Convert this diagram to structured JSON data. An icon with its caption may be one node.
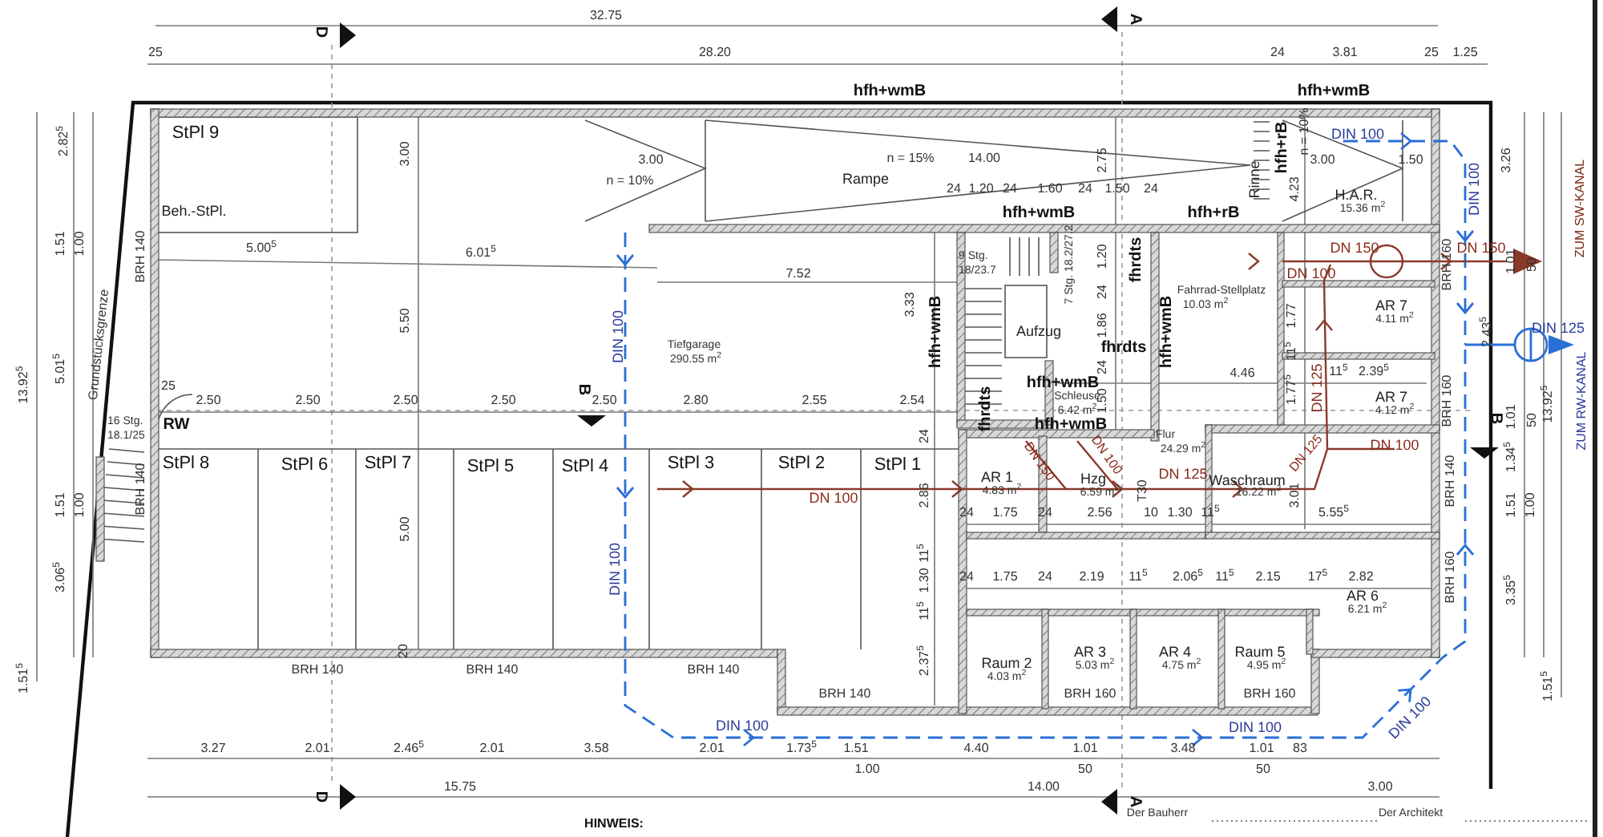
{
  "diagram": {
    "labels": [
      "32.75",
      "D",
      "A",
      "25",
      "28.20",
      "24",
      "3.81",
      "25",
      "1.25",
      "hfh+wmB",
      "hfh+wmB",
      "2.82$^{5}$",
      "StPl 9",
      "3.00",
      "3.00",
      "n = 10%",
      "n = 15%",
      "14.00",
      "Rampe",
      "2.75",
      "Rinne",
      "hfh+rB",
      "n = 10%",
      "4.23",
      "DIN 100",
      "3.00",
      "1.50",
      "3.26",
      "24",
      "1.20",
      "24",
      "1.60",
      "24",
      "1.50",
      "24",
      "Beh.-StPl.",
      "hfh+wmB",
      "hfh+rB",
      "H.A.R.",
      "15.36 m$^{2}$",
      "DIN 100",
      "BRH 140",
      "1.51",
      "1.00",
      "5.00$^{5}$",
      "6.01$^{5}$",
      "9 Stg. 18/23.7",
      "7 Stg. 18.2/27.2",
      "1.20",
      "fhrdts",
      "DN 150",
      "DN 150",
      "DN 100",
      "BRH 160",
      "1.01",
      "50",
      "ZUM SW-KANAL",
      "7.52",
      "24",
      "Fahrrad-Stellplatz",
      "10.03 m$^{2}$",
      "3.33",
      "AR 7",
      "1.77",
      "4.11 m$^{2}$",
      "hfh+wmB",
      "hfh+wmB",
      "1.86",
      "DIN 100",
      "Aufzug",
      "Tiefgarage",
      "290.55 m$^{2}$",
      "5.50",
      "5.01$^{5}$",
      "Grundstücksgrenze",
      "13.92$^{5}$",
      "25",
      "B",
      "2.43$^{5}$",
      "DIN 125",
      "fhrdts",
      "11$^{5}$",
      "DN 125",
      "24",
      "4.46",
      "11$^{5}$",
      "2.39$^{5}$",
      "1.77$^{5}$",
      "hfh+wmB",
      "2.50",
      "2.50",
      "2.50",
      "2.50",
      "2.50",
      "2.80",
      "2.55",
      "2.54",
      "fhrdts",
      "Schleuse",
      "1.50",
      "AR 7",
      "BRH 160",
      "6.42 m$^{2}$",
      "4.12 m$^{2}$",
      "1.01",
      "50",
      "13.92$^{5}$",
      "ZUM RW-KANAL",
      "16 Stg. 18.1/25",
      "RW",
      "hfh+wmB",
      "B",
      "24",
      "Flur",
      "24.29 m$^{2}$",
      "DN 100",
      "1.34$^{5}$",
      "StPl 8",
      "StPl 6",
      "StPl 7",
      "StPl 5",
      "StPl 4",
      "StPl 3",
      "StPl 2",
      "StPl 1",
      "AR 1",
      "DN 150",
      "Hzg",
      "DN 100",
      "DN 125",
      "Waschraum",
      "DN 125",
      "BRH 140",
      "T30",
      "4.83 m$^{2}$",
      "6.59 m$^{2}$",
      "16.22 m$^{2}$",
      "3.01",
      "DN 100",
      "2.86",
      "BRH 140",
      "1.51",
      "1.00",
      "1.51",
      "1.00",
      "24",
      "1.75",
      "24",
      "2.56",
      "10",
      "1.30",
      "11$^{5}$",
      "5.55$^{5}$",
      "5.00",
      "11$^{5}$",
      "DIN 100",
      "3.06$^{5}$",
      "1.30",
      "24",
      "1.75",
      "24",
      "2.19",
      "11$^{5}$",
      "2.06$^{5}$",
      "11$^{5}$",
      "2.15",
      "17$^{5}$",
      "2.82",
      "BRH 160",
      "3.35$^{5}$",
      "AR 6",
      "6.21 m$^{2}$",
      "11$^{5}$",
      "AR 3",
      "AR 4",
      "Raum 5",
      "2.37$^{5}$",
      "Raum 2",
      "5.03 m$^{2}$",
      "4.75 m$^{2}$",
      "4.95 m$^{2}$",
      "BRH 140",
      "BRH 140",
      "BRH 140",
      "1.51$^{5}$",
      "4.03 m$^{2}$",
      "1.51$^{5}$",
      "BRH 140",
      "BRH 160",
      "BRH 160",
      "DIN 100",
      "DIN 100",
      "DIN 100",
      "3.27",
      "2.01",
      "2.46$^{5}$",
      "2.01",
      "3.58",
      "2.01",
      "1.73$^{5}$",
      "1.51",
      "4.40",
      "1.01",
      "3.48",
      "1.01",
      "83",
      "1.00",
      "50",
      "50",
      "15.75",
      "D",
      "14.00",
      "A",
      "3.00",
      "HINWEIS:",
      "Der Bauherr",
      "Der Architekt",
      "20"
    ]
  }
}
